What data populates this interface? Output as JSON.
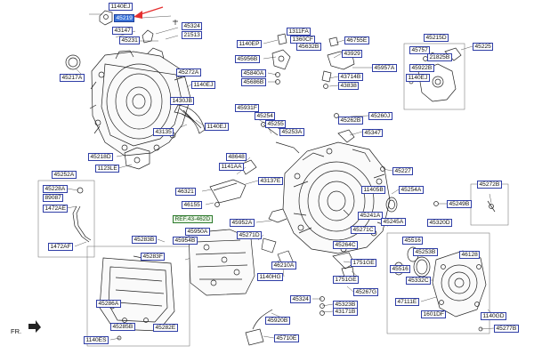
{
  "highlight_color": "#3b74d9",
  "arrow_color": "#e53030",
  "labels": [
    {
      "id": "l1140ej_a",
      "text": "1140EJ"
    },
    {
      "id": "l45219",
      "text": "45219",
      "selected": true
    },
    {
      "id": "l43147",
      "text": "43147"
    },
    {
      "id": "l45324_a",
      "text": "45324"
    },
    {
      "id": "l21513",
      "text": "21513"
    },
    {
      "id": "l45231",
      "text": "45231"
    },
    {
      "id": "l45217a",
      "text": "45217A"
    },
    {
      "id": "l45272a",
      "text": "45272A"
    },
    {
      "id": "l1140ej_b",
      "text": "1140EJ"
    },
    {
      "id": "l1430jb",
      "text": "1430JB"
    },
    {
      "id": "l43135",
      "text": "43135"
    },
    {
      "id": "l1140ej_c",
      "text": "1140EJ"
    },
    {
      "id": "l45218d",
      "text": "45218D"
    },
    {
      "id": "l1123le",
      "text": "1123LE"
    },
    {
      "id": "l45252a",
      "text": "45252A"
    },
    {
      "id": "l45228a",
      "text": "45228A"
    },
    {
      "id": "l89087",
      "text": "89087"
    },
    {
      "id": "l1472ae",
      "text": "1472AE"
    },
    {
      "id": "l1472af",
      "text": "1472AF"
    },
    {
      "id": "l1311fa",
      "text": "1311FA"
    },
    {
      "id": "l1360cf",
      "text": "1360CF"
    },
    {
      "id": "l1140ep",
      "text": "1140EP"
    },
    {
      "id": "l45632b",
      "text": "45632B"
    },
    {
      "id": "l45956b",
      "text": "45956B"
    },
    {
      "id": "l45840a",
      "text": "45840A"
    },
    {
      "id": "l45686b",
      "text": "45686B"
    },
    {
      "id": "l46755e",
      "text": "46755E"
    },
    {
      "id": "l43929",
      "text": "43929"
    },
    {
      "id": "l45957a",
      "text": "45957A"
    },
    {
      "id": "l43714b",
      "text": "43714B"
    },
    {
      "id": "l43838",
      "text": "43838"
    },
    {
      "id": "l45215d",
      "text": "45215D"
    },
    {
      "id": "l45225",
      "text": "45225"
    },
    {
      "id": "l45757",
      "text": "45757"
    },
    {
      "id": "l21825b",
      "text": "21825B"
    },
    {
      "id": "l45922b",
      "text": "45922B"
    },
    {
      "id": "l1140ej_d",
      "text": "1140EJ"
    },
    {
      "id": "l45931f",
      "text": "45931F"
    },
    {
      "id": "l45254",
      "text": "45254"
    },
    {
      "id": "l45255",
      "text": "45255"
    },
    {
      "id": "l45253a",
      "text": "45253A"
    },
    {
      "id": "l45260j",
      "text": "45260J"
    },
    {
      "id": "l45262b",
      "text": "45262B"
    },
    {
      "id": "l45347",
      "text": "45347"
    },
    {
      "id": "l48648",
      "text": "48648"
    },
    {
      "id": "l1141aa",
      "text": "1141AA"
    },
    {
      "id": "l43137e",
      "text": "43137E"
    },
    {
      "id": "l46321",
      "text": "46321"
    },
    {
      "id": "l46155",
      "text": "46155"
    },
    {
      "id": "l45227",
      "text": "45227"
    },
    {
      "id": "l11405b",
      "text": "11405B"
    },
    {
      "id": "l45254a",
      "text": "45254A"
    },
    {
      "id": "l45249b",
      "text": "45249B"
    },
    {
      "id": "l45272b",
      "text": "45272B"
    },
    {
      "id": "lref",
      "text": "REF.43-462D",
      "ref": true
    },
    {
      "id": "l45952a",
      "text": "45952A"
    },
    {
      "id": "l45950a",
      "text": "45950A"
    },
    {
      "id": "l45271d",
      "text": "45271D"
    },
    {
      "id": "l45241a",
      "text": "45241A"
    },
    {
      "id": "l45245a",
      "text": "45245A"
    },
    {
      "id": "l45271c",
      "text": "45271C"
    },
    {
      "id": "l45264c",
      "text": "45264C"
    },
    {
      "id": "l45283b",
      "text": "45283B"
    },
    {
      "id": "l45954b",
      "text": "45954B"
    },
    {
      "id": "l45283f",
      "text": "45283F"
    },
    {
      "id": "l46210a",
      "text": "46210A"
    },
    {
      "id": "l1140hg",
      "text": "1140HG"
    },
    {
      "id": "l1751ge_a",
      "text": "1751GE"
    },
    {
      "id": "l1751ge_b",
      "text": "1751GE"
    },
    {
      "id": "l45267g",
      "text": "45267G"
    },
    {
      "id": "l45320d",
      "text": "45320D"
    },
    {
      "id": "l45516_a",
      "text": "45516"
    },
    {
      "id": "l45253b",
      "text": "45253B"
    },
    {
      "id": "l46128",
      "text": "46128"
    },
    {
      "id": "l45516_b",
      "text": "45516"
    },
    {
      "id": "l45332c",
      "text": "45332C"
    },
    {
      "id": "l47111e",
      "text": "47111E"
    },
    {
      "id": "l1601df",
      "text": "1601DF"
    },
    {
      "id": "l1140gd",
      "text": "1140GD"
    },
    {
      "id": "l45277b",
      "text": "45277B"
    },
    {
      "id": "l45324_b",
      "text": "45324"
    },
    {
      "id": "l45323b",
      "text": "45323B"
    },
    {
      "id": "l43171b",
      "text": "43171B"
    },
    {
      "id": "l45920b",
      "text": "45920B"
    },
    {
      "id": "l45710e",
      "text": "45710E"
    },
    {
      "id": "l45286a",
      "text": "45286A"
    },
    {
      "id": "l45285b",
      "text": "45285B"
    },
    {
      "id": "l45282e",
      "text": "45282E"
    },
    {
      "id": "l1140es",
      "text": "1140ES"
    }
  ],
  "fr_label": "FR."
}
